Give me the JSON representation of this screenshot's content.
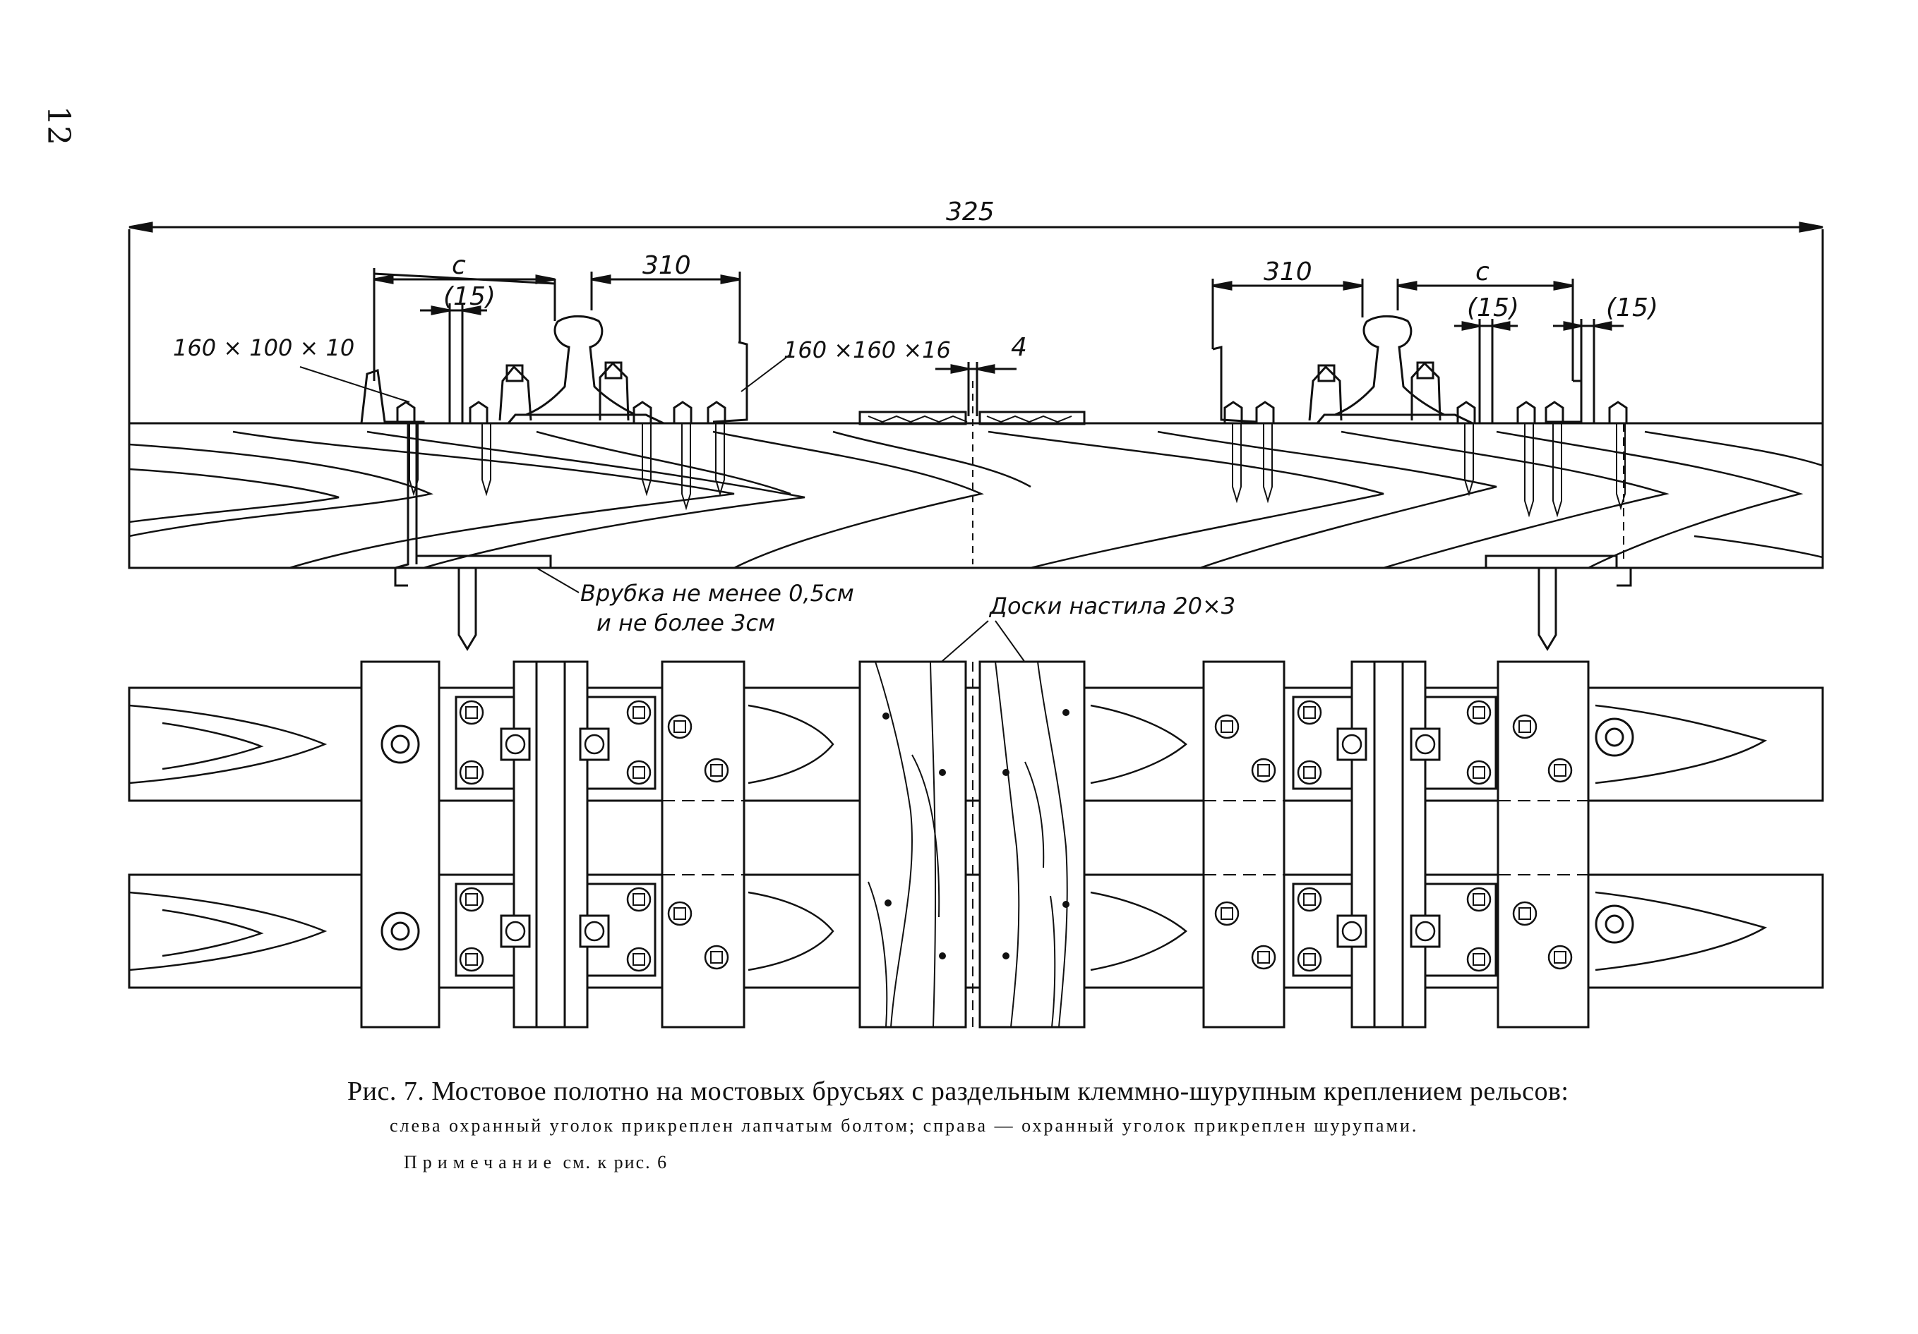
{
  "page_number": "12",
  "dimensions": {
    "total": "325",
    "left_c": "c",
    "left_15": "(15)",
    "left_310": "310",
    "right_310": "310",
    "right_c": "c",
    "right_15a": "(15)",
    "right_15b": "(15)",
    "gap": "4"
  },
  "labels": {
    "angle_left": "160 × 100 × 10",
    "angle_right": "160 ×160 ×16",
    "notch_line1": "Врубка не менее 0,5см",
    "notch_line2": "и не более 3см",
    "deck_boards": "Доски настила 20×3"
  },
  "caption": {
    "main": "Рис. 7. Мостовое полотно на мостовых брусьях с раздельным клеммно-шурупным креплением рельсов:",
    "sub": "слева  охранный уголок прикреплен лапчатым болтом; справа — охранный уголок прикреплен шурупами.",
    "note_word": "Примечание",
    "note_rest": " см. к рис. 6"
  }
}
